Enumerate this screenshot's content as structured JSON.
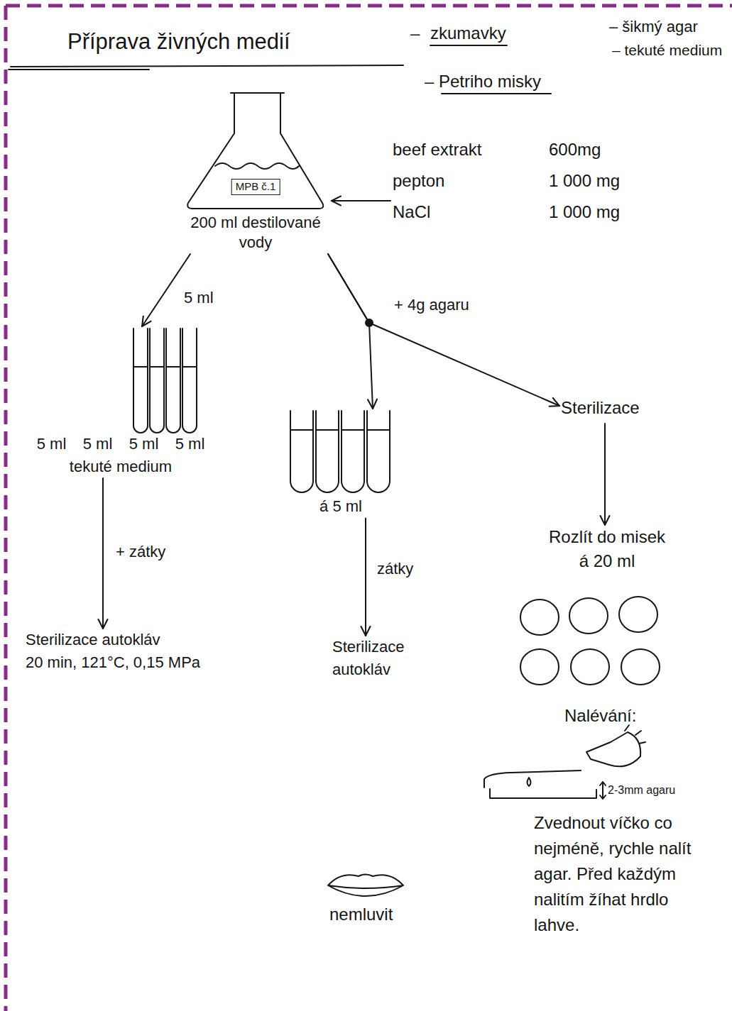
{
  "diagram": {
    "title": "Příprava živných medií",
    "nodes": [
      {
        "text": [
          "MPB č.1",
          "200 ml destilované vody"
        ]
      },
      {
        "text": [
          "beef extrakt",
          "600mg",
          "pepton",
          "1 000 mg",
          "NaCl",
          "1 000 mg"
        ]
      },
      {
        "text": [
          "5 ml",
          "5 ml",
          "5 ml",
          "5 ml",
          "tekuté medium"
        ]
      },
      {
        "text": [
          "á 5 ml"
        ]
      },
      {
        "text": [
          "Sterilizace"
        ]
      },
      {
        "text": [
          "Sterilizace autokláv",
          "20 min, 121°C, 0,15 MPa"
        ]
      },
      {
        "text": [
          "Sterilizace",
          "autokláv"
        ]
      },
      {
        "text": [
          "Rozlít do misek",
          "á 20 ml"
        ]
      }
    ],
    "edges": [
      {
        "from": 1,
        "to": 0,
        "arrow": "to"
      },
      {
        "from": 0,
        "to": 2,
        "label": "5 ml",
        "arrow": "to"
      },
      {
        "from": 0,
        "to": 3,
        "label": "+ 4g agaru",
        "arrow": "to"
      },
      {
        "from": 0,
        "to": 4,
        "arrow": "to"
      },
      {
        "from": 2,
        "to": 5,
        "label": "+ zátky",
        "arrow": "to"
      },
      {
        "from": 3,
        "to": 6,
        "label": "zátky",
        "arrow": "to"
      },
      {
        "from": 4,
        "to": 7,
        "arrow": "to"
      }
    ],
    "labels": [
      "–",
      "zkumavky",
      "– šikmý agar",
      "– tekuté medium",
      "– Petriho misky",
      "Nalévání:",
      "2-3mm agaru",
      "Zvednout víčko co nejméně, rychle nalít agar. Před každým nalitím žíhat hrdlo lahve.",
      "nemluvit"
    ]
  }
}
